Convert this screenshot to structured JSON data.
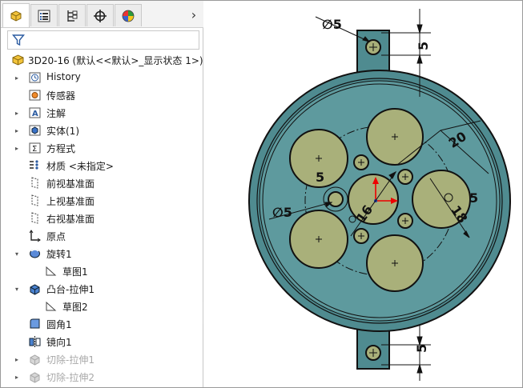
{
  "tabs": [
    {
      "name": "feature-manager",
      "icon": "part-icon",
      "active": true
    },
    {
      "name": "property-manager",
      "icon": "property-list-icon",
      "active": false
    },
    {
      "name": "configuration-manager",
      "icon": "configuration-icon",
      "active": false
    },
    {
      "name": "dimxpert-manager",
      "icon": "crosshair-icon",
      "active": false
    },
    {
      "name": "display-manager",
      "icon": "appearance-icon",
      "active": false
    }
  ],
  "tab_more": "›",
  "tree": {
    "root": "3D20-16  (默认<<默认>_显示状态 1>)",
    "items": [
      {
        "label": "History",
        "icon": "history-folder-icon",
        "expander": "▸",
        "dim": false
      },
      {
        "label": "传感器",
        "icon": "sensor-icon",
        "expander": "",
        "dim": false
      },
      {
        "label": "注解",
        "icon": "annotation-icon",
        "expander": "▸",
        "dim": false
      },
      {
        "label": "实体(1)",
        "icon": "solid-body-icon",
        "expander": "▸",
        "dim": false
      },
      {
        "label": "方程式",
        "icon": "equation-icon",
        "expander": "▸",
        "dim": false
      },
      {
        "label": "材质 <未指定>",
        "icon": "material-icon",
        "expander": "",
        "dim": false
      },
      {
        "label": "前视基准面",
        "icon": "plane-icon",
        "expander": "",
        "dim": false
      },
      {
        "label": "上视基准面",
        "icon": "plane-icon",
        "expander": "",
        "dim": false
      },
      {
        "label": "右视基准面",
        "icon": "plane-icon",
        "expander": "",
        "dim": false
      },
      {
        "label": "原点",
        "icon": "origin-icon",
        "expander": "",
        "dim": false
      },
      {
        "label": "旋转1",
        "icon": "revolve-icon",
        "expander": "▾",
        "dim": false
      },
      {
        "label": "草图1",
        "icon": "sketch-icon",
        "expander": "",
        "dim": false,
        "indent": true
      },
      {
        "label": "凸台-拉伸1",
        "icon": "extrude-icon",
        "expander": "▾",
        "dim": false
      },
      {
        "label": "草图2",
        "icon": "sketch-icon",
        "expander": "",
        "dim": false,
        "indent": true
      },
      {
        "label": "圆角1",
        "icon": "fillet-icon",
        "expander": "",
        "dim": false
      },
      {
        "label": "镜向1",
        "icon": "mirror-icon",
        "expander": "",
        "dim": false
      },
      {
        "label": "切除-拉伸1",
        "icon": "cut-extrude-icon",
        "expander": "▸",
        "dim": true
      },
      {
        "label": "切除-拉伸2",
        "icon": "cut-extrude-icon",
        "expander": "▸",
        "dim": true
      }
    ]
  },
  "viewport": {
    "dims": {
      "top_hole_dia": "∅5",
      "top_tab_height": "5",
      "big_circle_left": "5",
      "big_circle_right": "5",
      "center_dia_left": "∅5",
      "center_dia": "16",
      "spacing": "20",
      "right_dia": "18",
      "bottom_tab_height": "5"
    },
    "colors": {
      "body": "#5e9a9e",
      "ring": "#4f8b90",
      "boss": "#a9b07a",
      "edge": "#111111"
    }
  }
}
